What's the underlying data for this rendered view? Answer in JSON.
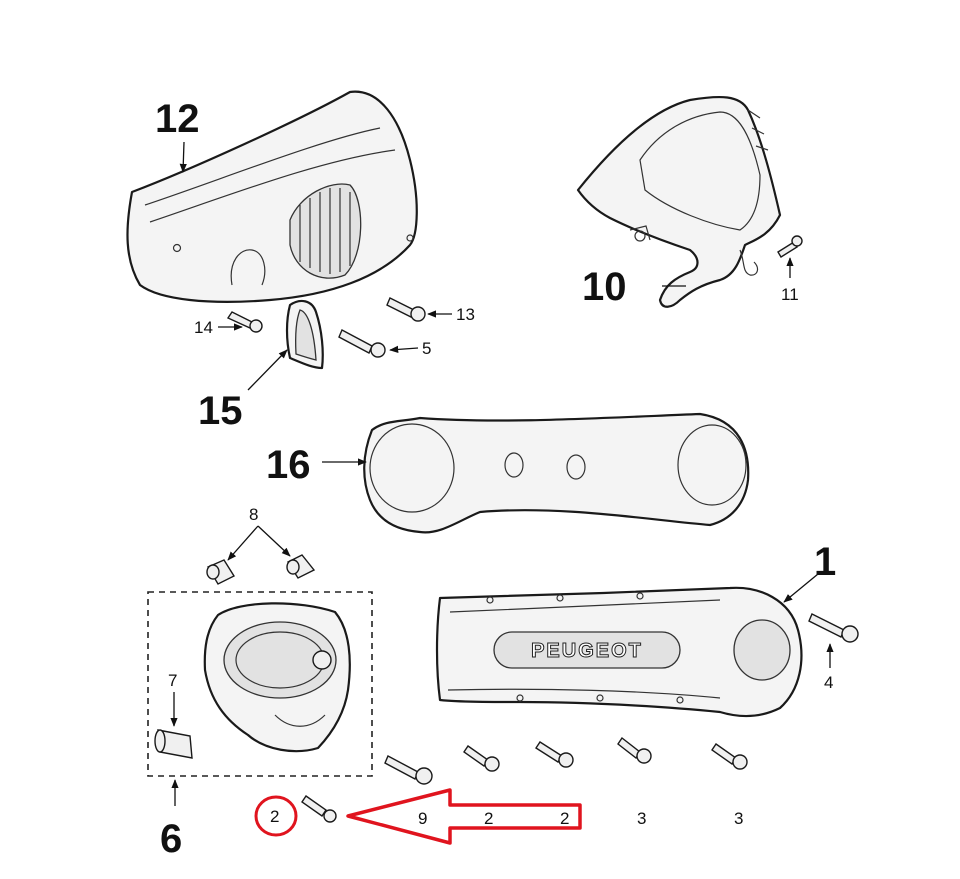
{
  "labels": {
    "p1": "1",
    "p2_left": "2",
    "p2_a": "2",
    "p2_b": "2",
    "p3_a": "3",
    "p3_b": "3",
    "p4": "4",
    "p5": "5",
    "p6": "6",
    "p7": "7",
    "p8": "8",
    "p9": "9",
    "p10": "10",
    "p11": "11",
    "p12": "12",
    "p13": "13",
    "p14": "14",
    "p15": "15",
    "p16": "16"
  },
  "emblem_text": "PEUGEOT",
  "colors": {
    "highlight": "#e0141e",
    "line": "#1a1a1a",
    "fill": "#f4f4f4"
  }
}
